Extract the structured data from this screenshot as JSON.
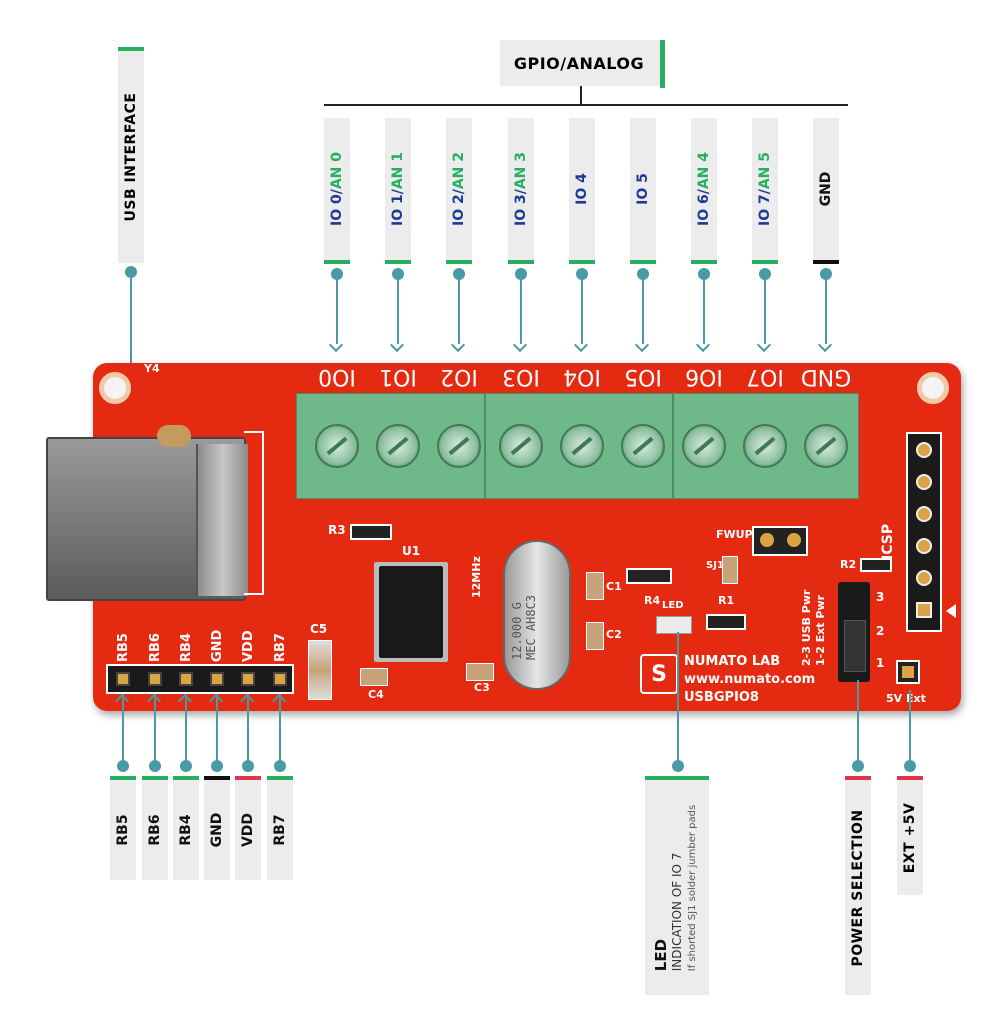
{
  "header": {
    "gpio_title": "GPIO/ANALOG",
    "usb_title": "USB INTERFACE"
  },
  "gpio_pins": [
    {
      "io": "IO 0/",
      "an": "AN 0",
      "silk": "IO0"
    },
    {
      "io": "IO 1/",
      "an": "AN 1",
      "silk": "IO1"
    },
    {
      "io": "IO 2/",
      "an": "AN 2",
      "silk": "IO2"
    },
    {
      "io": "IO 3/",
      "an": "AN 3",
      "silk": "IO3"
    },
    {
      "io": "IO 4",
      "an": "",
      "silk": "IO4"
    },
    {
      "io": "IO 5",
      "an": "",
      "silk": "IO5"
    },
    {
      "io": "IO 6/",
      "an": "AN 4",
      "silk": "IO6"
    },
    {
      "io": "IO 7/",
      "an": "AN 5",
      "silk": "IO7"
    },
    {
      "io": "GND",
      "an": "",
      "silk": "GND"
    }
  ],
  "header_pins": [
    "RB5",
    "RB6",
    "RB4",
    "GND",
    "VDD",
    "RB7"
  ],
  "board": {
    "brand": "NUMATO LAB",
    "url": "www.numato.com",
    "model": "USBGPIO8",
    "icsp": "ICSP",
    "fwup": "FWUP",
    "crystal_freq": "12MHz",
    "crystal_marking": "12.000 G",
    "crystal_marking2": "MEC AH8C3",
    "led": "LED",
    "ext_label": "5V Ext",
    "pwr_usb": "2-3 USB Pwr",
    "pwr_ext": "1-2 Ext Pwr",
    "ref_u1": "U1",
    "ref_r1": "R1",
    "ref_r2": "R2",
    "ref_r3": "R3",
    "ref_r4": "R4",
    "ref_c1": "C1",
    "ref_c2": "C2",
    "ref_c3": "C3",
    "ref_c4": "C4",
    "ref_c5": "C5",
    "ref_sj1": "SJ1",
    "ref_y4": "Y4",
    "jumper_nums": [
      "3",
      "2",
      "1"
    ]
  },
  "annotations": {
    "led_title": "LED",
    "led_desc": "INDICATION OF IO 7",
    "led_note": "If shorted SJ1 solder jumber pads",
    "power_selection": "POWER SELECTION",
    "ext_5v": "EXT +5V"
  },
  "colors": {
    "accent_green": "#27ae60",
    "accent_blue": "#1f3a93",
    "accent_red": "#e0344f",
    "leader_teal": "#4a9aa3",
    "pcb_red": "#e52a12",
    "terminal_green": "#6fb88a"
  }
}
